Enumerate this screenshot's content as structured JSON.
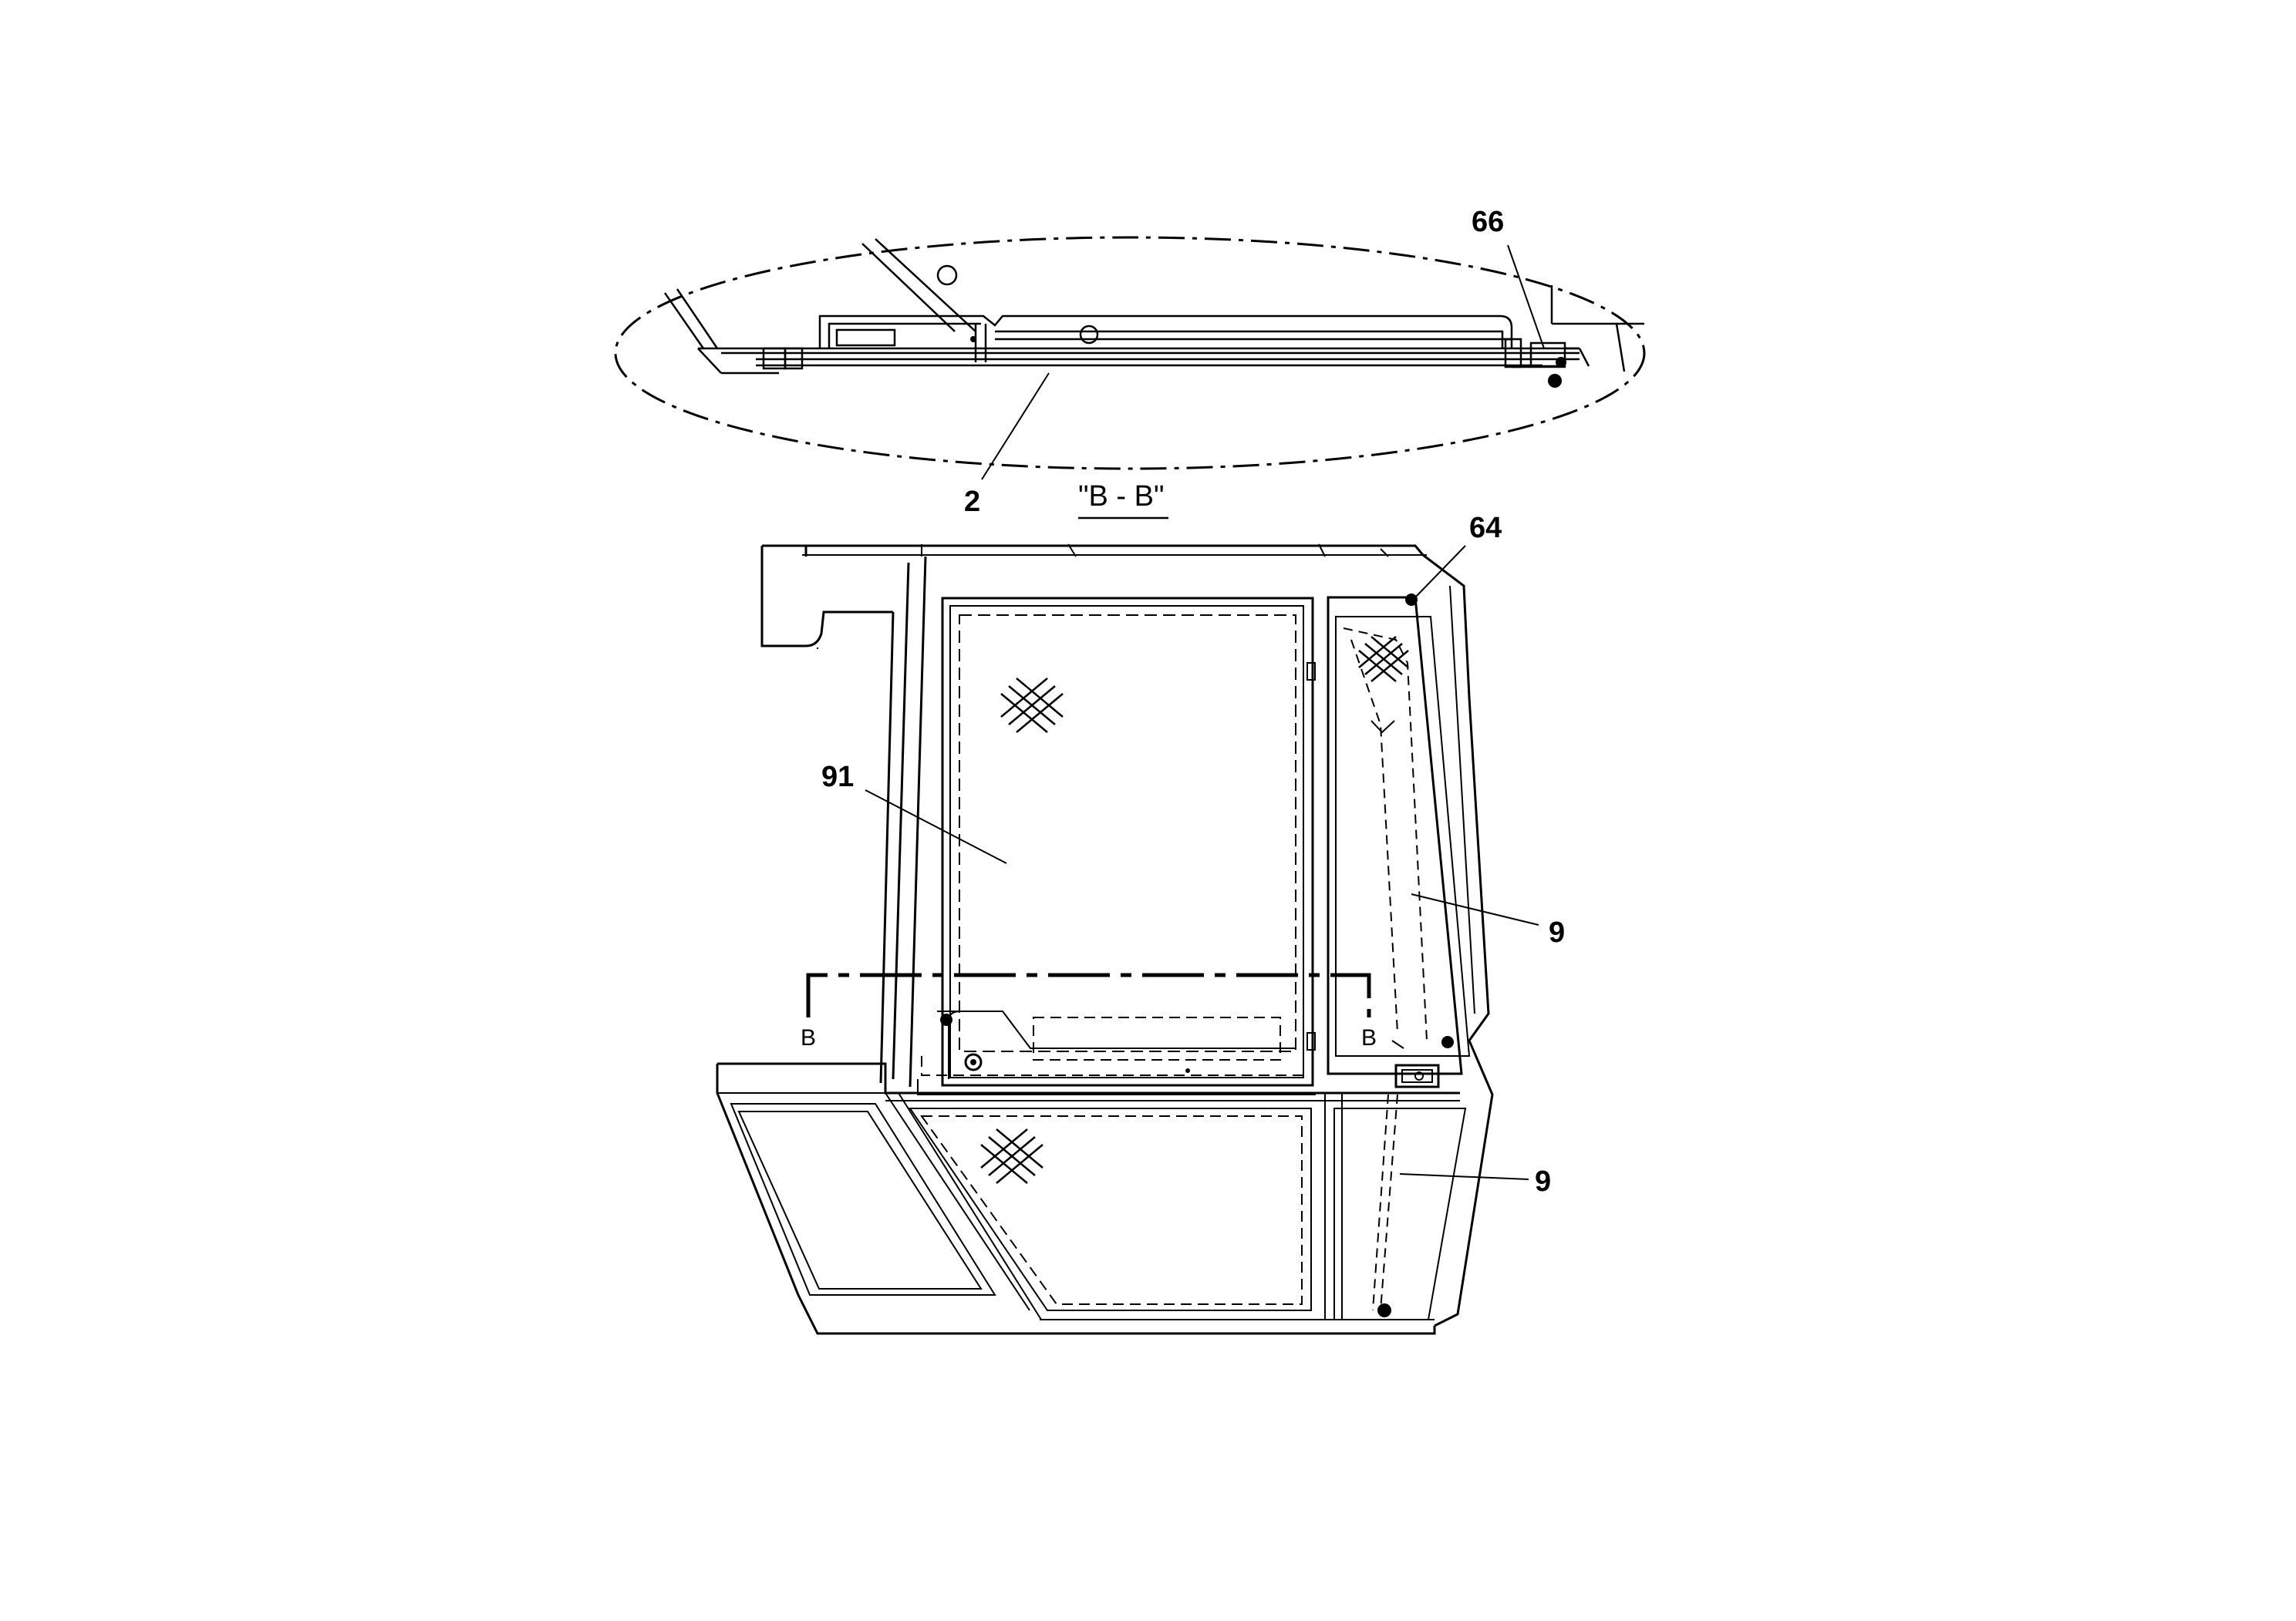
{
  "drawing": {
    "callouts": [
      {
        "id": "c66",
        "text": "66"
      },
      {
        "id": "c2",
        "text": "2"
      },
      {
        "id": "c64",
        "text": "64"
      },
      {
        "id": "c91",
        "text": "91"
      },
      {
        "id": "c9a",
        "text": "9"
      },
      {
        "id": "c9b",
        "text": "9"
      }
    ],
    "section_title": "\"B - B\"",
    "section_mark_left": "B",
    "section_mark_right": "B"
  },
  "colors": {
    "ink": "#000000",
    "paper": "#ffffff"
  }
}
